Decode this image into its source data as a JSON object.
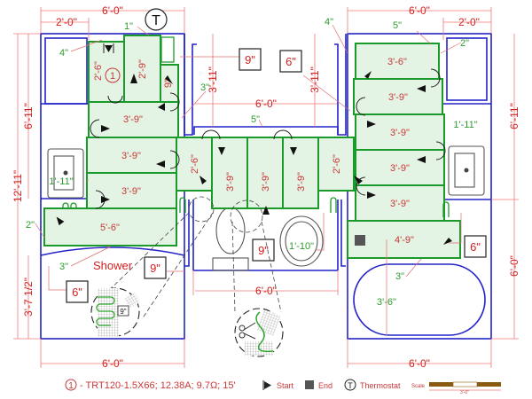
{
  "plan": {
    "overall_dims": {
      "top_left_width": "6'-0\"",
      "top_left_inset": "2'-0\"",
      "top_right_width": "6'-0\"",
      "top_right_inset": "2'-0\"",
      "center_width_upper": "6'-0\"",
      "center_width_lower": "6'-0\"",
      "bottom_left_width": "6'-0\"",
      "bottom_right_width": "6'-0\"",
      "left_total_height": "12'-11\"",
      "left_upper_height": "6'-11\"",
      "left_shower_height": "3'-7 1/2\"",
      "right_upper_height": "6'-11\"",
      "right_lower_height": "6'-0\"",
      "center_left_height": "3'-11\"",
      "center_right_height": "3'-11\""
    },
    "clearances": {
      "c_1in": "1\"",
      "c_4in_left": "4\"",
      "c_3in_center": "3\"",
      "c_5in_center": "5\"",
      "c_4in_right": "4\"",
      "c_5in_right": "5\"",
      "c_2in_right": "2\"",
      "c_1_11_left": "1'-11\"",
      "c_1_11_right": "1'-11\"",
      "c_2in_left": "2\"",
      "c_3in_shower": "3\"",
      "c_3in_tub": "3\"",
      "c_3_6_tub": "3'-6\"",
      "c_1_10_toilet": "1'-10\""
    },
    "boxed_labels": {
      "b_9_top": "9\"",
      "b_6_top": "6\"",
      "b_9_shower": "9\"",
      "b_6_shower": "6\"",
      "b_9_center": "9\"",
      "b_6_right": "6\"",
      "b_9_detail": "9\""
    },
    "mat_segments": {
      "left_a": "2'-6\"",
      "left_b": "2'-9\"",
      "left_c": "9\"",
      "left_d": "3'-9\"",
      "left_e": "3'-9\"",
      "left_f": "3'-9\"",
      "left_g": "5'-6\"",
      "center_a": "2'-6\"",
      "center_b": "3'-9\"",
      "center_c": "3'-9\"",
      "center_d": "3'-9\"",
      "center_e": "2'-6\"",
      "right_a": "3'-6\"",
      "right_b": "3'-9\"",
      "right_c": "3'-9\"",
      "right_d": "3'-9\"",
      "right_e": "3'-9\"",
      "right_f": "4'-9\""
    },
    "room_labels": {
      "shower": "Shower"
    },
    "markers": {
      "thermostat_symbol": "T",
      "circuit_number": "1"
    }
  },
  "legend": {
    "circuit_number": "1",
    "circuit_text": "- TRT120-1.5X66; 12.38A; 9.7Ω; 15'",
    "start_label": "Start",
    "end_label": "End",
    "thermostat_symbol": "T",
    "thermostat_label": "Thermostat",
    "scale_label": "Scale",
    "scale_value": "3'-0\""
  },
  "colors": {
    "walls": "#2323c8",
    "mat_fill": "#e4f4e4",
    "mat_stroke": "#1a9a2a",
    "dimension": "#d42020",
    "clearance": "#2e9a2e"
  },
  "icons": {
    "start": "start-triangle-icon",
    "end": "end-square-icon",
    "thermostat": "thermostat-circle-icon",
    "scissors": "scissors-icon"
  }
}
